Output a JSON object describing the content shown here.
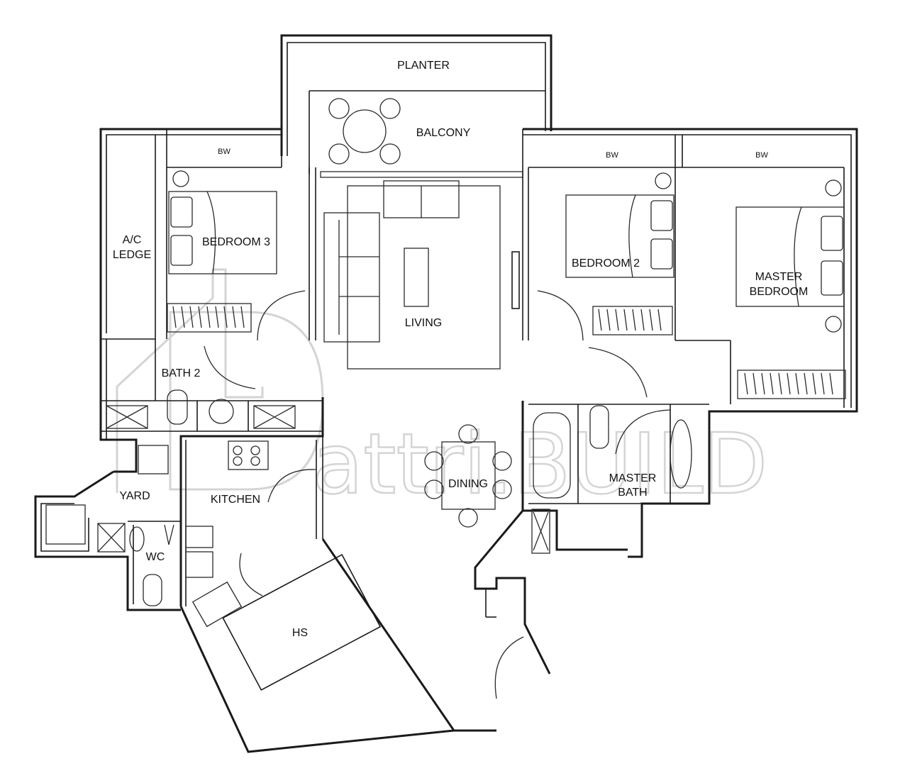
{
  "rooms": {
    "planter": "PLANTER",
    "balcony": "BALCONY",
    "bw_bed3": "BW",
    "bw_bed2": "BW",
    "bw_master": "BW",
    "ac_ledge_1": "A/C",
    "ac_ledge_2": "LEDGE",
    "bedroom3": "BEDROOM 3",
    "living": "LIVING",
    "bedroom2": "BEDROOM 2",
    "master_bedroom_1": "MASTER",
    "master_bedroom_2": "BEDROOM",
    "bath2": "BATH 2",
    "yard": "YARD",
    "kitchen": "KITCHEN",
    "dining": "DINING",
    "master_bath_1": "MASTER",
    "master_bath_2": "BATH",
    "wc": "WC",
    "hs": "HS"
  },
  "watermark": "attri.BUILD",
  "colors": {
    "line": "#1a1a1a",
    "watermark": "#d4d4d4",
    "background": "#ffffff"
  }
}
